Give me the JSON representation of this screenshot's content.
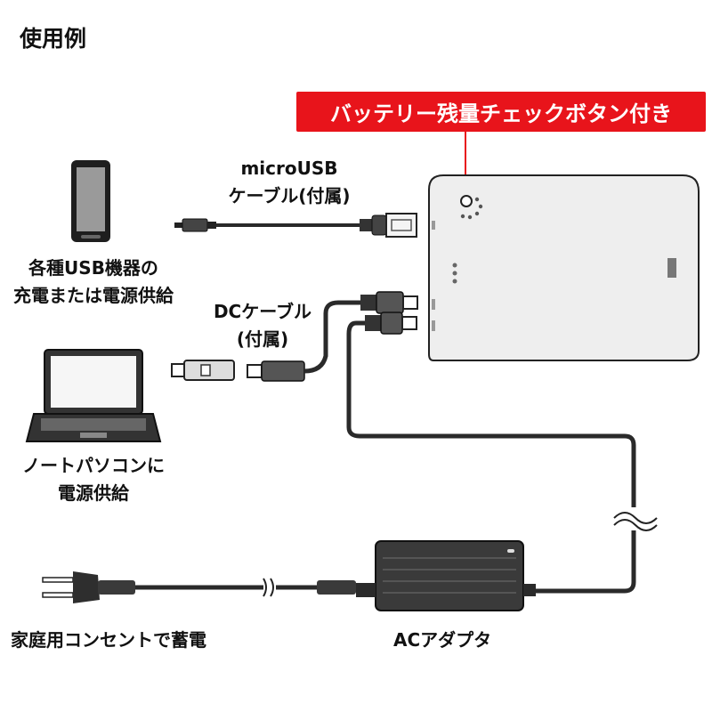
{
  "title": "使用例",
  "callout": "バッテリー残量チェックボタン付き",
  "labels": {
    "microusb_line1": "microUSB",
    "microusb_line2": "ケーブル(付属)",
    "dc_line1": "DCケーブル",
    "dc_line2": "(付属)",
    "usb_devices_line1": "各種USB機器の",
    "usb_devices_line2": "充電または電源供給",
    "laptop_line1": "ノートパソコンに",
    "laptop_line2": "電源供給",
    "home_outlet": "家庭用コンセントで蓄電",
    "ac_adapter": "ACアダプタ"
  },
  "colors": {
    "accent": "#e8141b",
    "device_body": "#eeeeee",
    "cable": "#2a2a2a"
  },
  "icons": [
    "smartphone-icon",
    "laptop-icon",
    "power-plug-icon",
    "battery-unit-icon",
    "ac-adapter-icon"
  ]
}
